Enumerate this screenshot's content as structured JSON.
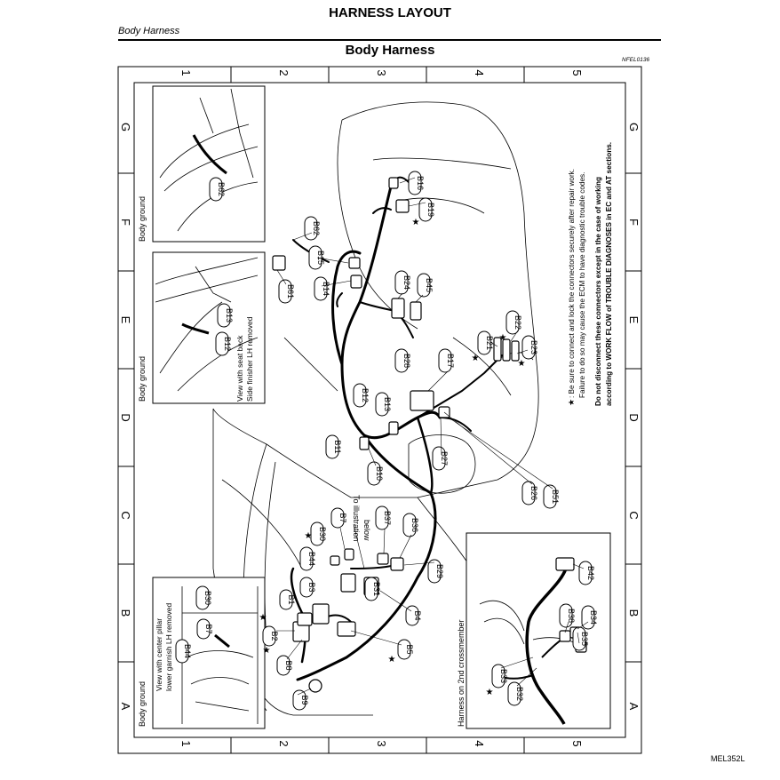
{
  "header": {
    "title": "HARNESS LAYOUT",
    "section": "Body Harness",
    "subtitle": "Body Harness",
    "figure_code": "NFEL0136",
    "page_code": "MEL352L"
  },
  "grid": {
    "rows": [
      "1",
      "2",
      "3",
      "4",
      "5"
    ],
    "columns": [
      "G",
      "F",
      "E",
      "D",
      "C",
      "B",
      "A"
    ]
  },
  "insets": {
    "inset_g": {
      "title": "Body ground",
      "connector": "B62"
    },
    "inset_e": {
      "title": "Body ground",
      "note_1": "View with seat back",
      "note_2": "Side finisher LH removed",
      "connector_1": "B13",
      "connector_2": "B12"
    },
    "inset_a": {
      "title": "Body ground",
      "note_1": "View with center pillar",
      "note_2": "lower garnish LH removed",
      "connector_1": "B30",
      "connector_2": "B7",
      "connector_3": "B44"
    },
    "inset_crossmember": {
      "title": "Harness on 2nd crossmember",
      "connectors": [
        "B42",
        "B38",
        "B34",
        "B35",
        "B33",
        "B32"
      ]
    }
  },
  "connectors": {
    "B16": "B16",
    "B19": "B19",
    "B62": "B62",
    "B15": "B15",
    "B14": "B14",
    "B61": "B61",
    "B24": "B24",
    "B45": "B45",
    "B22": "B22",
    "B21": "B21",
    "B23": "B23",
    "B28": "B28",
    "B17": "B17",
    "B12": "B12",
    "B13": "B13",
    "B11": "B11",
    "B10": "B10",
    "B27": "B27",
    "B26": "B26",
    "B51": "B51",
    "B7": "B7",
    "B37": "B37",
    "B36": "B36",
    "B30": "B30",
    "B44": "B44",
    "B29": "B29",
    "B3": "B3",
    "B1": "B1",
    "B31": "B31",
    "B4": "B4",
    "B2": "B2",
    "B5": "B5",
    "B8": "B8",
    "B9": "B9"
  },
  "callouts": {
    "to_illustration_1": "To illustration",
    "to_illustration_2": "below"
  },
  "notes": {
    "star": "★",
    "line_1": ": Be sure to connect and lock the connectors securely after repair work.",
    "line_2": "Failure to do so may cause the ECM to have diagnostic trouble codes.",
    "line_3": "Do not disconnect these connectors except in the case of working",
    "line_4": "according to WORK FLOW of TROUBLE DIAGNOSES in EC and AT sections."
  }
}
